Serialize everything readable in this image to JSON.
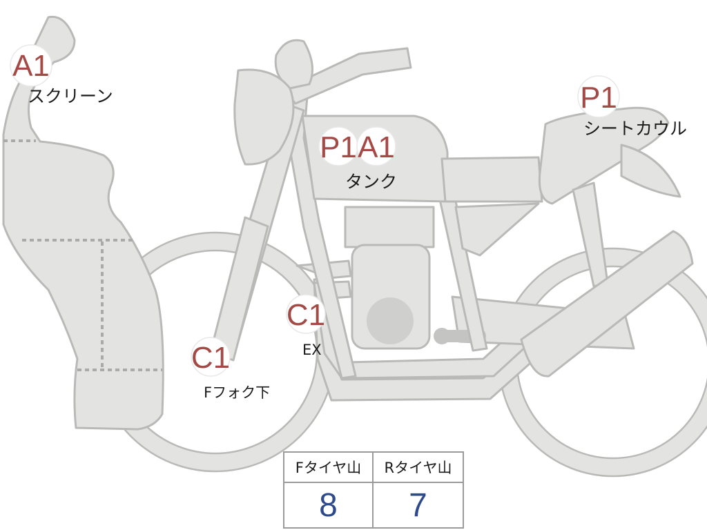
{
  "tires": {
    "front_label": "Fタイヤ山",
    "rear_label": "Rタイヤ山",
    "front_value": "8",
    "rear_value": "7"
  },
  "markers": {
    "screen_code": "A1",
    "screen_label": "スクリーン",
    "tank_code_1": "P1",
    "tank_code_2": "A1",
    "tank_label": "タンク",
    "seat_code": "P1",
    "seat_label": "シートカウル",
    "fork_code": "C1",
    "fork_label": "Fフォク下",
    "ex_code": "C1",
    "ex_label": "EX"
  }
}
